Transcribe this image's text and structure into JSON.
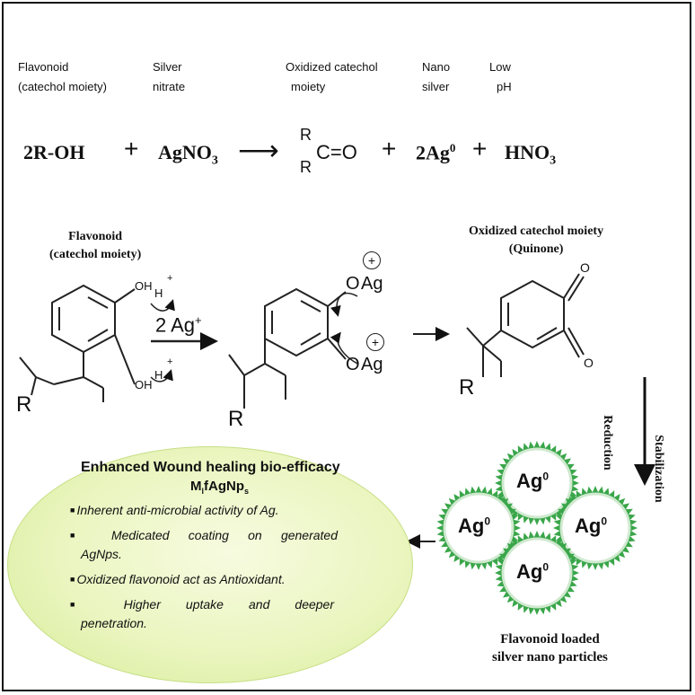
{
  "top_labels": {
    "flavonoid": [
      "Flavonoid",
      "(catechol moiety)"
    ],
    "silver_nitrate": [
      "Silver",
      "nitrate"
    ],
    "oxidized": [
      "Oxidized  catechol",
      "moiety"
    ],
    "nano_silver": [
      "Nano",
      "silver"
    ],
    "low_ph": [
      "Low",
      "pH"
    ]
  },
  "equation": {
    "reactant1": "2R-OH",
    "plus": "+",
    "reactant2_main": "AgNO",
    "reactant2_sub": "3",
    "arrow": "⟶",
    "ketone_r": "R",
    "ketone_co": "C=O",
    "product2_main": "2Ag",
    "product2_sup": "0",
    "product3_main": "HNO",
    "product3_sub": "3"
  },
  "mechanism": {
    "flavonoid_label": [
      "Flavonoid",
      "(catechol moiety)"
    ],
    "oh": "OH",
    "h": "H",
    "plus_sign": "+",
    "reagent_main": "2 Ag",
    "reagent_sup": "+",
    "o": "O",
    "ag": "Ag",
    "r": "R",
    "quinone_label": [
      "Oxidized catechol moiety",
      "(Quinone)"
    ],
    "quinone_o": "O"
  },
  "side_arrow": {
    "label1": "Stabilization",
    "label2": "Reduction"
  },
  "nanoparticles": {
    "label": "Ag",
    "sup": "0",
    "caption": [
      "Flavonoid  loaded",
      "silver nano particles"
    ],
    "spike_color": "#3aa64a"
  },
  "efficacy": {
    "title": "Enhanced Wound healing bio-efficacy",
    "subtitle_main": "M",
    "subtitle_sub1": "l",
    "subtitle_mid": "fAgNp",
    "subtitle_sub2": "s",
    "bullets": [
      "Inherent anti-microbial activity of Ag.",
      "Medicated  coating  on  generated",
      "AgNps.",
      "Oxidized flavonoid act as Antioxidant.",
      "Higher  uptake  and  deeper",
      "penetration."
    ],
    "fill_color": "#eaf5bf"
  }
}
